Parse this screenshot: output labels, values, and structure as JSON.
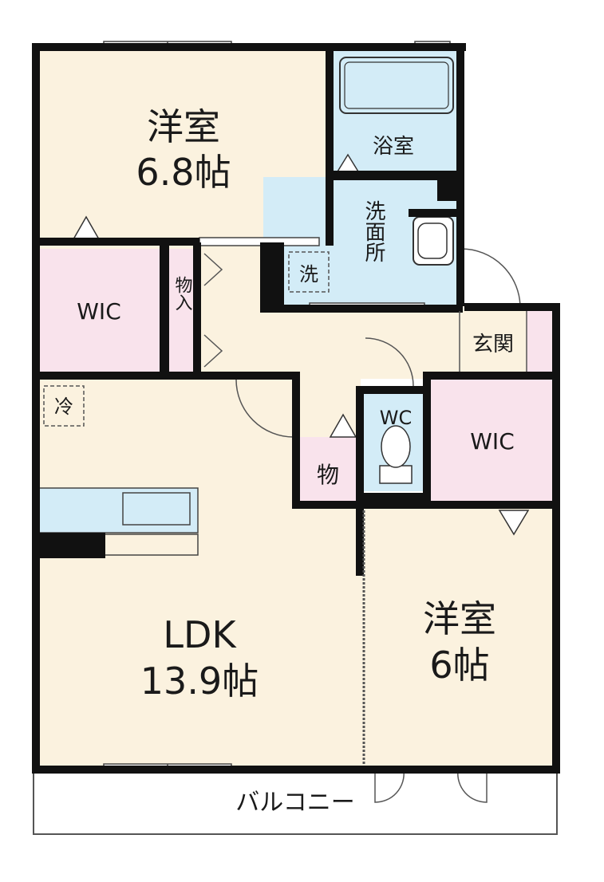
{
  "rooms": {
    "bedroom_north": {
      "name": "洋室",
      "size": "6.8帖"
    },
    "bathroom": {
      "name": "浴室"
    },
    "washroom": {
      "name": "洗面所"
    },
    "washer_space": {
      "name": "洗"
    },
    "wic_west": {
      "name": "WIC"
    },
    "storage_hall": {
      "name": "物入"
    },
    "fridge": {
      "name": "冷"
    },
    "entrance": {
      "name": "玄関"
    },
    "toilet": {
      "name": "WC"
    },
    "wic_east": {
      "name": "WIC"
    },
    "storage_small": {
      "name": "物"
    },
    "ldk": {
      "name": "LDK",
      "size": "13.9帖"
    },
    "bedroom_south": {
      "name": "洋室",
      "size": "6帖"
    },
    "balcony": {
      "name": "バルコニー"
    }
  },
  "colors": {
    "wall": "#111111",
    "floor_beige": "#fbf2df",
    "wet_blue": "#d3ecf7",
    "closet_pink": "#f9e3ec"
  }
}
